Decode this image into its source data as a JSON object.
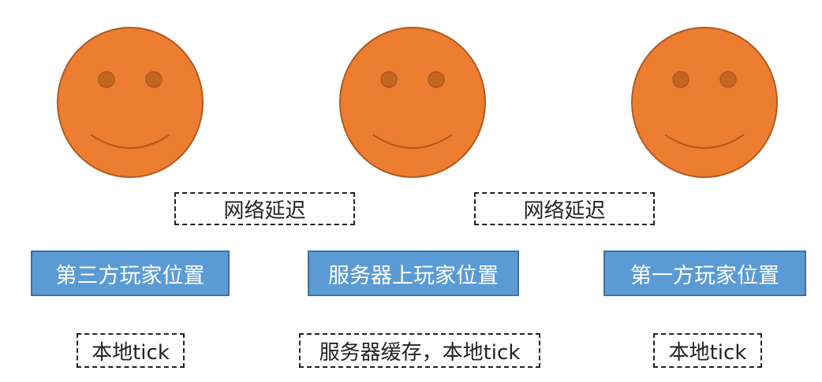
{
  "colors": {
    "face_fill": "#ed7d31",
    "face_stroke": "#ae5a21",
    "box_fill": "#5b9bd5",
    "box_stroke": "#41719c"
  },
  "faces": [
    {
      "name": "face-left"
    },
    {
      "name": "face-middle"
    },
    {
      "name": "face-right"
    }
  ],
  "latency_labels": [
    "网络延迟",
    "网络延迟"
  ],
  "positions": [
    "第三方玩家位置",
    "服务器上玩家位置",
    "第一方玩家位置"
  ],
  "ticks": [
    "本地tick",
    "服务器缓存，本地tick",
    "本地tick"
  ]
}
